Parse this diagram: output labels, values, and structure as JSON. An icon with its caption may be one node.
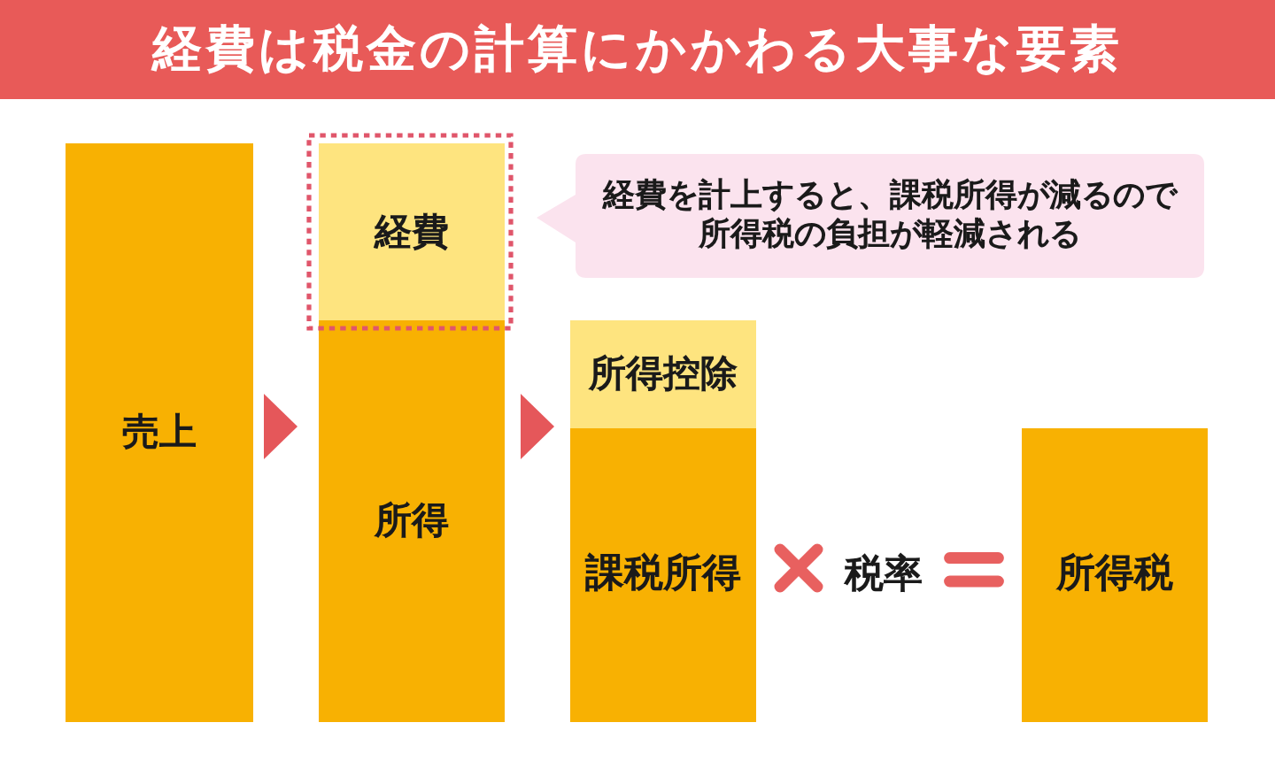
{
  "diagram": {
    "title": "経費は税金の計算にかかわる大事な要素",
    "nodes": [
      {
        "text": [
          "売上"
        ]
      },
      {
        "text": [
          "経費"
        ]
      },
      {
        "text": [
          "所得"
        ]
      },
      {
        "text": [
          "所得控除"
        ]
      },
      {
        "text": [
          "課税所得"
        ]
      },
      {
        "text": [
          "所得税"
        ]
      },
      {
        "text": [
          "経費を計上すると、課税所得が減るので所得税の負担が軽減される"
        ]
      }
    ],
    "edges": [
      {
        "from": 0,
        "to": 2,
        "arrow": "to"
      },
      {
        "from": 2,
        "to": 4,
        "arrow": "to"
      }
    ],
    "labels": [
      "税率"
    ]
  }
}
